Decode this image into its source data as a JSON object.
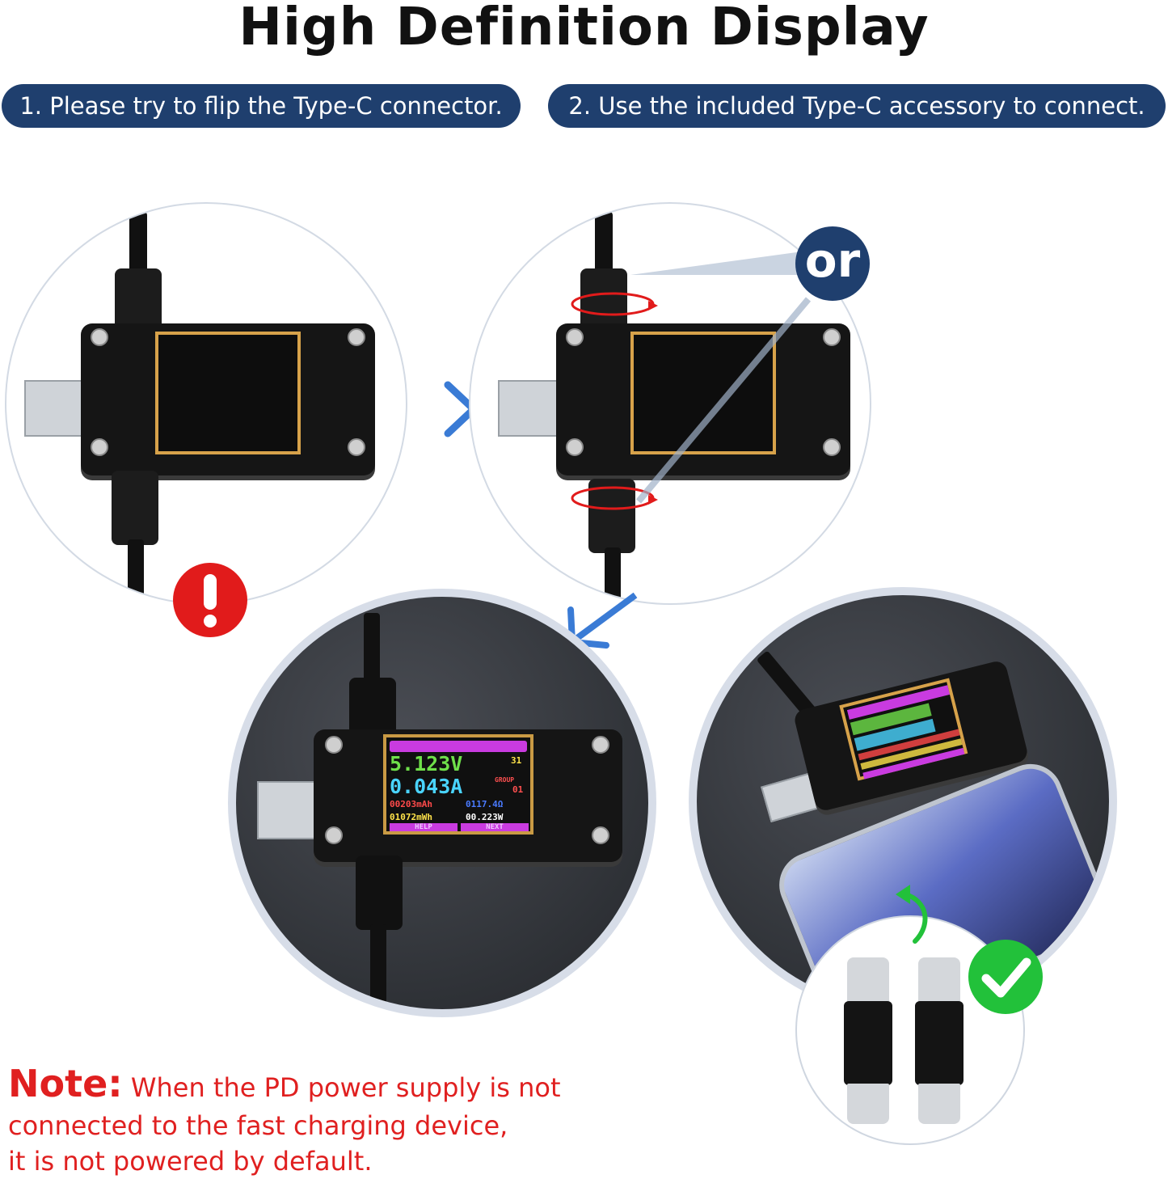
{
  "header": {
    "title": "High Definition Display"
  },
  "steps": [
    {
      "label": "1. Please try to flip the Type-C connector."
    },
    {
      "label": "2. Use the included Type-C accessory to connect."
    }
  ],
  "badge": {
    "or": "or"
  },
  "display": {
    "voltage": "5.123V",
    "current": "0.043A",
    "temp": "31",
    "group_label": "GROUP",
    "group": "01",
    "capacity": "00203mAh",
    "resistance": "0117.4Ω",
    "energy": "01072mWh",
    "power": "00.223W",
    "btn_help": "HELP",
    "btn_next": "NEXT"
  },
  "note": {
    "title": "Note:",
    "line1": "When the PD power supply is not",
    "line2": "connected to the fast charging device,",
    "line3": "it is not powered by default."
  },
  "colors": {
    "pill_bg": "#1f3f6e",
    "arrow_blue": "#3a7bd5",
    "warning_red": "#e11b1b",
    "check_green": "#22c13a",
    "note_red": "#e02020",
    "screen_frame": "#d7a24a"
  }
}
